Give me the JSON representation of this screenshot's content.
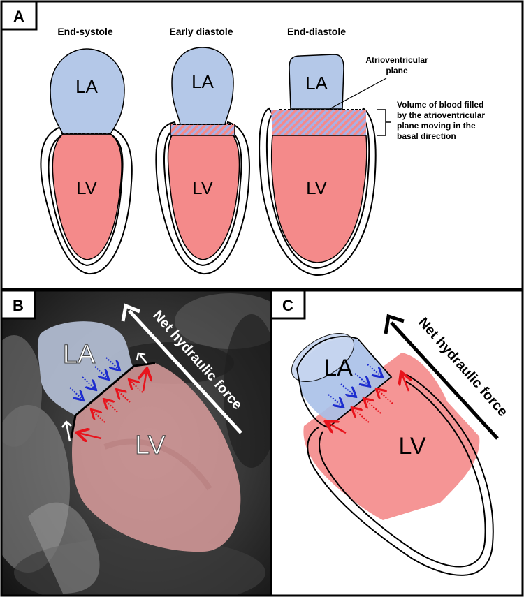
{
  "panel_a": {
    "letter": "A",
    "stages": [
      {
        "title": "End-systole",
        "la": "LA",
        "lv": "LV"
      },
      {
        "title": "Early diastole",
        "la": "LA",
        "lv": "LV"
      },
      {
        "title": "End-diastole",
        "la": "LA",
        "lv": "LV"
      }
    ],
    "av_plane_label_line1": "Atrioventricular",
    "av_plane_label_line2": "plane",
    "volume_note_lines": [
      "Volume of blood filled",
      "by the atrioventricular",
      "plane moving in the",
      "basal direction"
    ]
  },
  "panel_b": {
    "letter": "B",
    "la": "LA",
    "lv": "LV",
    "force_label": "Net hydraulic force"
  },
  "panel_c": {
    "letter": "C",
    "la": "LA",
    "lv": "LV",
    "force_label": "Net hydraulic force"
  },
  "colors": {
    "la_fill": "#b4c8e8",
    "lv_fill": "#f48a8a",
    "hatch": "#9aa7e0",
    "arrow_red": "#e8141c",
    "arrow_blue": "#1c2ccf"
  }
}
